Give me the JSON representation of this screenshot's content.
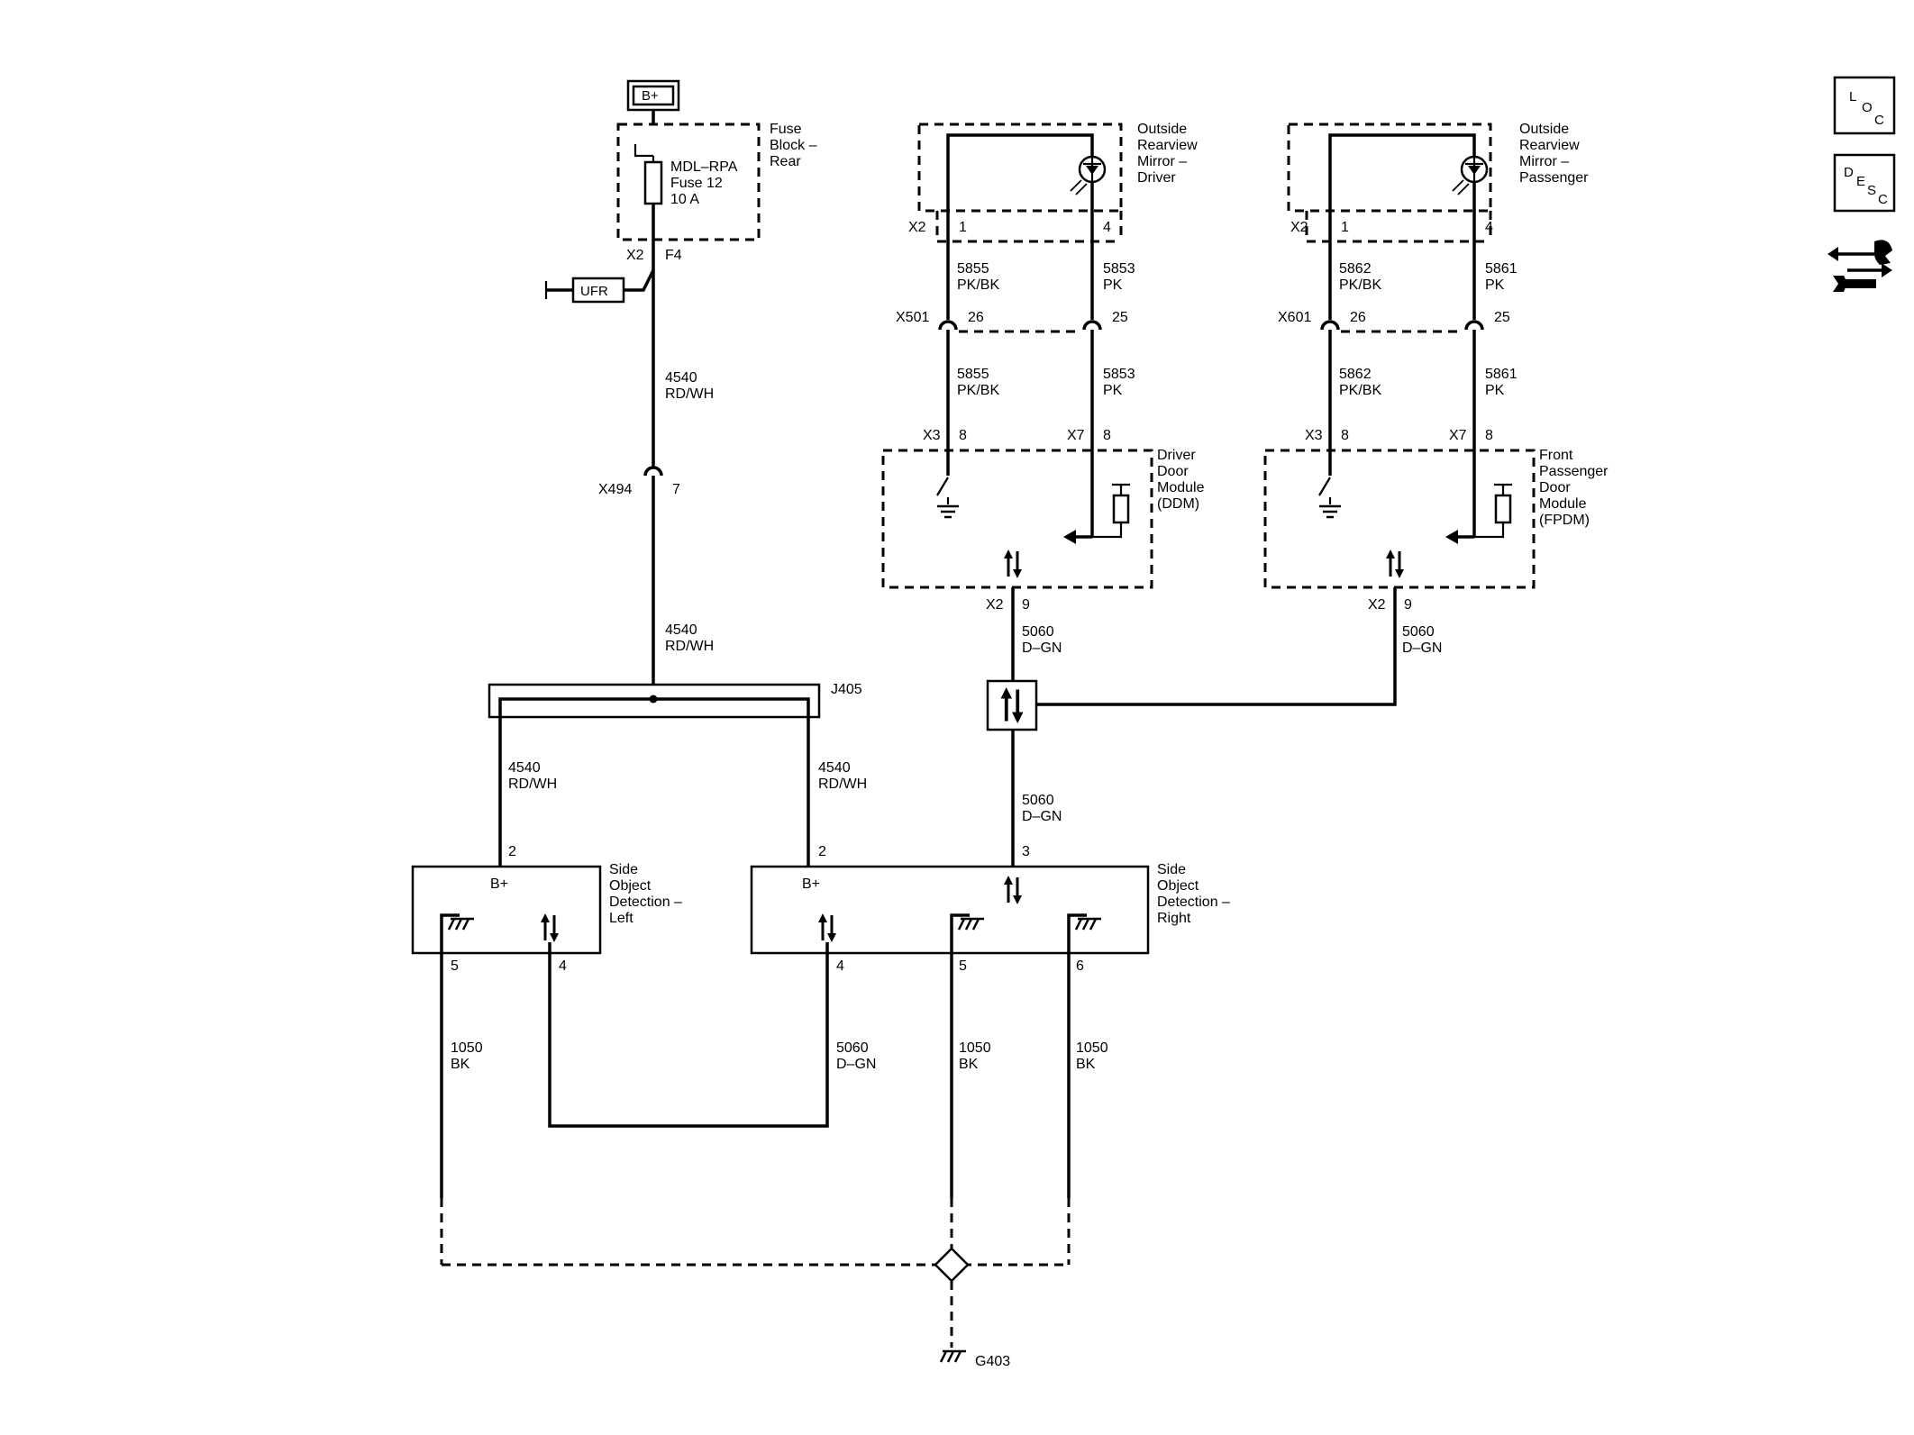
{
  "power": {
    "source": "B+"
  },
  "fuse_block": {
    "name": [
      "Fuse",
      "Block –",
      "Rear"
    ],
    "fuse": [
      "MDL–RPA",
      "Fuse 12",
      "10 A"
    ],
    "connector": "X2",
    "pin": "F4"
  },
  "ufr": {
    "label": "UFR"
  },
  "wires": {
    "w4540": [
      "4540",
      "RD/WH"
    ],
    "w5855": [
      "5855",
      "PK/BK"
    ],
    "w5853": [
      "5853",
      "PK"
    ],
    "w5862": [
      "5862",
      "PK/BK"
    ],
    "w5861": [
      "5861",
      "PK"
    ],
    "w5060": [
      "5060",
      "D–GN"
    ],
    "w1050": [
      "1050",
      "BK"
    ]
  },
  "connectors": {
    "x494": {
      "name": "X494",
      "pin": "7"
    },
    "x501": {
      "name": "X501",
      "pin_a": "26",
      "pin_b": "25"
    },
    "x601": {
      "name": "X601",
      "pin_a": "26",
      "pin_b": "25"
    },
    "x2": "X2",
    "x3": "X3",
    "x7": "X7"
  },
  "pins": {
    "p1": "1",
    "p2": "2",
    "p3": "3",
    "p4": "4",
    "p5": "5",
    "p6": "6",
    "p8": "8",
    "p9": "9"
  },
  "splice": {
    "name": "J405"
  },
  "mirror_driver": {
    "name": [
      "Outside",
      "Rearview",
      "Mirror –",
      "Driver"
    ]
  },
  "mirror_passenger": {
    "name": [
      "Outside",
      "Rearview",
      "Mirror –",
      "Passenger"
    ]
  },
  "ddm": {
    "name": [
      "Driver",
      "Door",
      "Module",
      "(DDM)"
    ]
  },
  "fpdm": {
    "name": [
      "Front",
      "Passenger",
      "Door",
      "Module",
      "(FPDM)"
    ]
  },
  "sod_left": {
    "name": [
      "Side",
      "Object",
      "Detection –",
      "Left"
    ],
    "power_label": "B+"
  },
  "sod_right": {
    "name": [
      "Side",
      "Object",
      "Detection –",
      "Right"
    ],
    "power_label": "B+"
  },
  "ground": {
    "name": "G403"
  },
  "side_icons": {
    "loc": [
      "L",
      "O",
      "C"
    ],
    "desc": [
      "D",
      "E",
      "S",
      "C"
    ],
    "icon": "connector-wrench-icon"
  }
}
